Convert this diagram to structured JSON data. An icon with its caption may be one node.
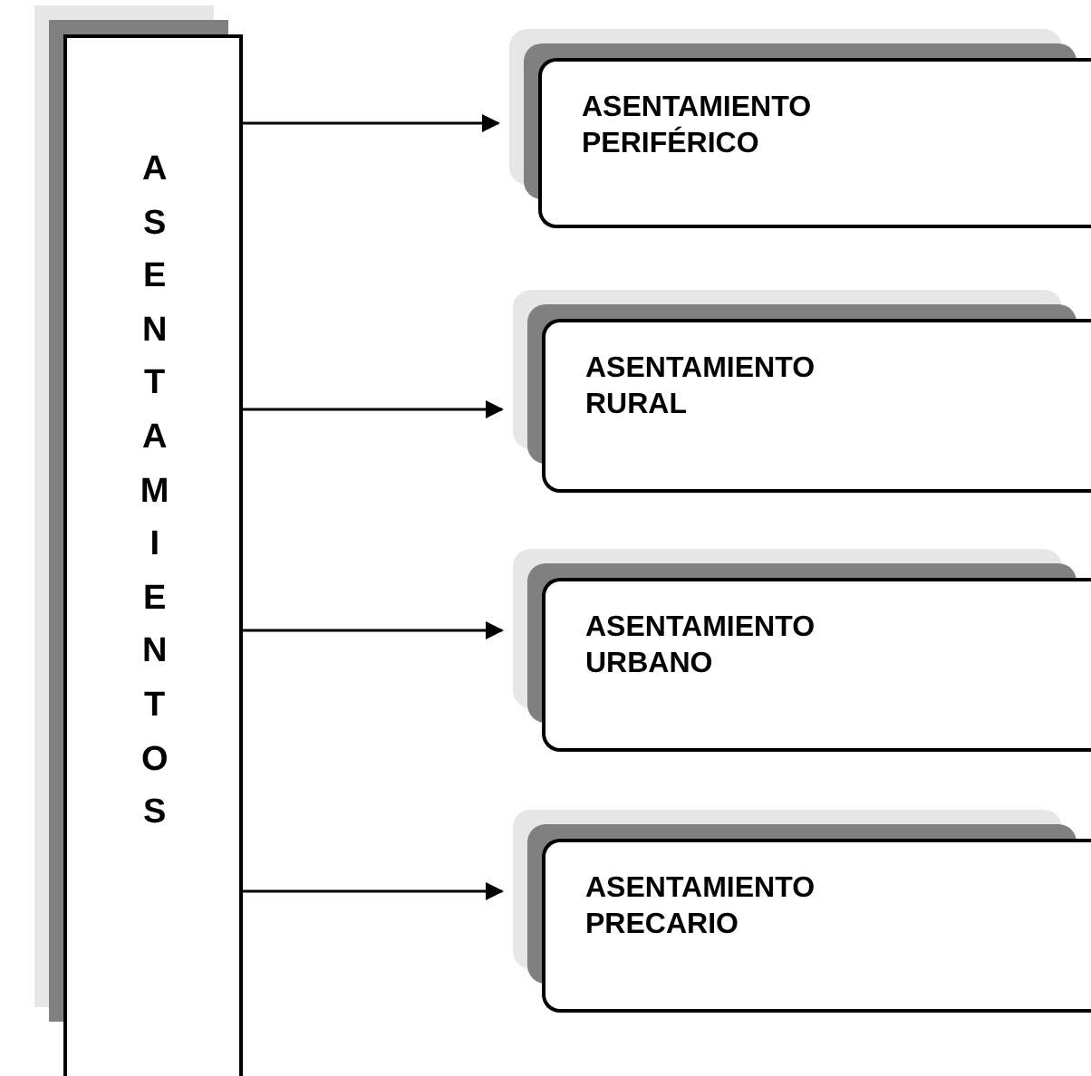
{
  "diagram": {
    "nodes": [
      {
        "text": [
          "ASENTAMIENTOS"
        ]
      },
      {
        "text": [
          "ASENTAMIENTO PERIFÉRICO"
        ]
      },
      {
        "text": [
          "ASENTAMIENTO RURAL"
        ]
      },
      {
        "text": [
          "ASENTAMIENTO URBANO"
        ]
      },
      {
        "text": [
          "ASENTAMIENTO PRECARIO"
        ]
      }
    ],
    "edges": [
      {
        "from": 0,
        "to": 1,
        "arrow": "to"
      },
      {
        "from": 0,
        "to": 2,
        "arrow": "to"
      },
      {
        "from": 0,
        "to": 3,
        "arrow": "to"
      },
      {
        "from": 0,
        "to": 4,
        "arrow": "to"
      }
    ]
  }
}
